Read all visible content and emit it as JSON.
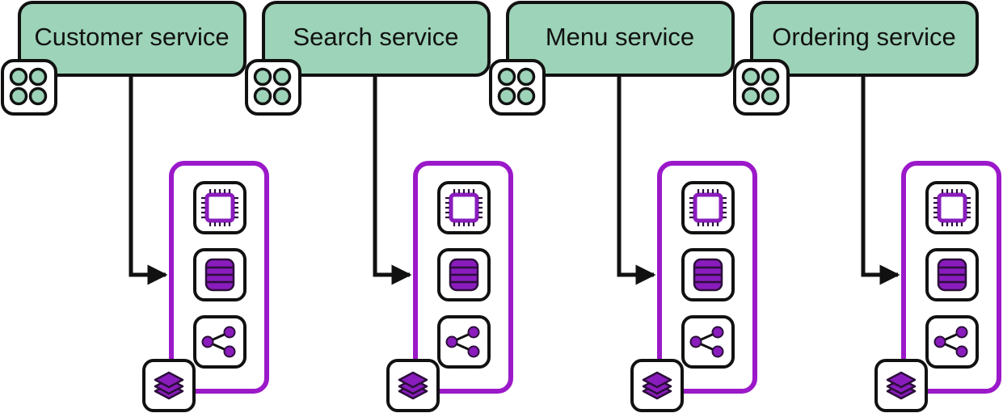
{
  "colors": {
    "service_fill": "#9dd3b8",
    "outline": "#111111",
    "infra_border": "#9b19c9",
    "icon_purple": "#8a1cbd",
    "icon_stroke": "#2b0e3a",
    "pod_dot": "#9dd3b8"
  },
  "services": [
    {
      "label": "Customer service",
      "module_icon": "four-dots-module-icon",
      "infrastructure_icons": [
        "cpu-chip-icon",
        "database-icon",
        "share-network-icon"
      ],
      "stack_icon": "layers-stack-icon"
    },
    {
      "label": "Search service",
      "module_icon": "four-dots-module-icon",
      "infrastructure_icons": [
        "cpu-chip-icon",
        "database-icon",
        "share-network-icon"
      ],
      "stack_icon": "layers-stack-icon"
    },
    {
      "label": "Menu service",
      "module_icon": "four-dots-module-icon",
      "infrastructure_icons": [
        "cpu-chip-icon",
        "database-icon",
        "share-network-icon"
      ],
      "stack_icon": "layers-stack-icon"
    },
    {
      "label": "Ordering service",
      "module_icon": "four-dots-module-icon",
      "infrastructure_icons": [
        "cpu-chip-icon",
        "database-icon",
        "share-network-icon"
      ],
      "stack_icon": "layers-stack-icon"
    }
  ]
}
